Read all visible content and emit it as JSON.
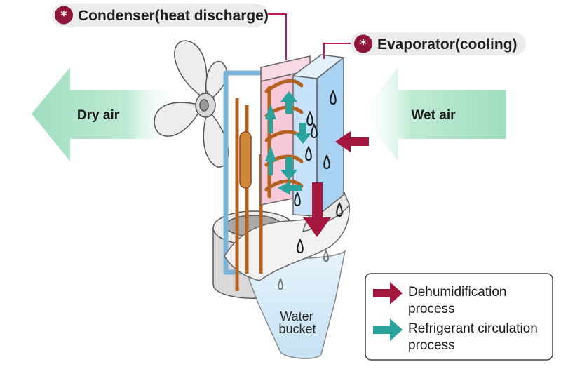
{
  "labels": {
    "condenser": "Condenser(heat discharge)",
    "evaporator": "Evaporator(cooling)",
    "star_symbol": "*",
    "dry_air": "Dry air",
    "wet_air": "Wet air",
    "water_bucket_line1": "Water",
    "water_bucket_line2": "bucket"
  },
  "legend": [
    {
      "line1": "Dehumidification",
      "line2": "process",
      "color": "#a3173f",
      "icon": "dehumidification-arrow-icon"
    },
    {
      "line1": "Refrigerant circulation",
      "line2": "process",
      "color": "#2aa39c",
      "icon": "refrigerant-arrow-icon"
    }
  ],
  "colors": {
    "badge": "#8e1638",
    "pill_bg": "#ececec",
    "pointer_line": "#c2185b",
    "air_arrow": "#a6e3c5",
    "condenser": "#f6c8d8",
    "evaporator": "#c7e3fb",
    "copper": "#b5611f",
    "water": "#d2e9f7",
    "dehumidification": "#a3173f",
    "refrigerant": "#2aa39c"
  }
}
